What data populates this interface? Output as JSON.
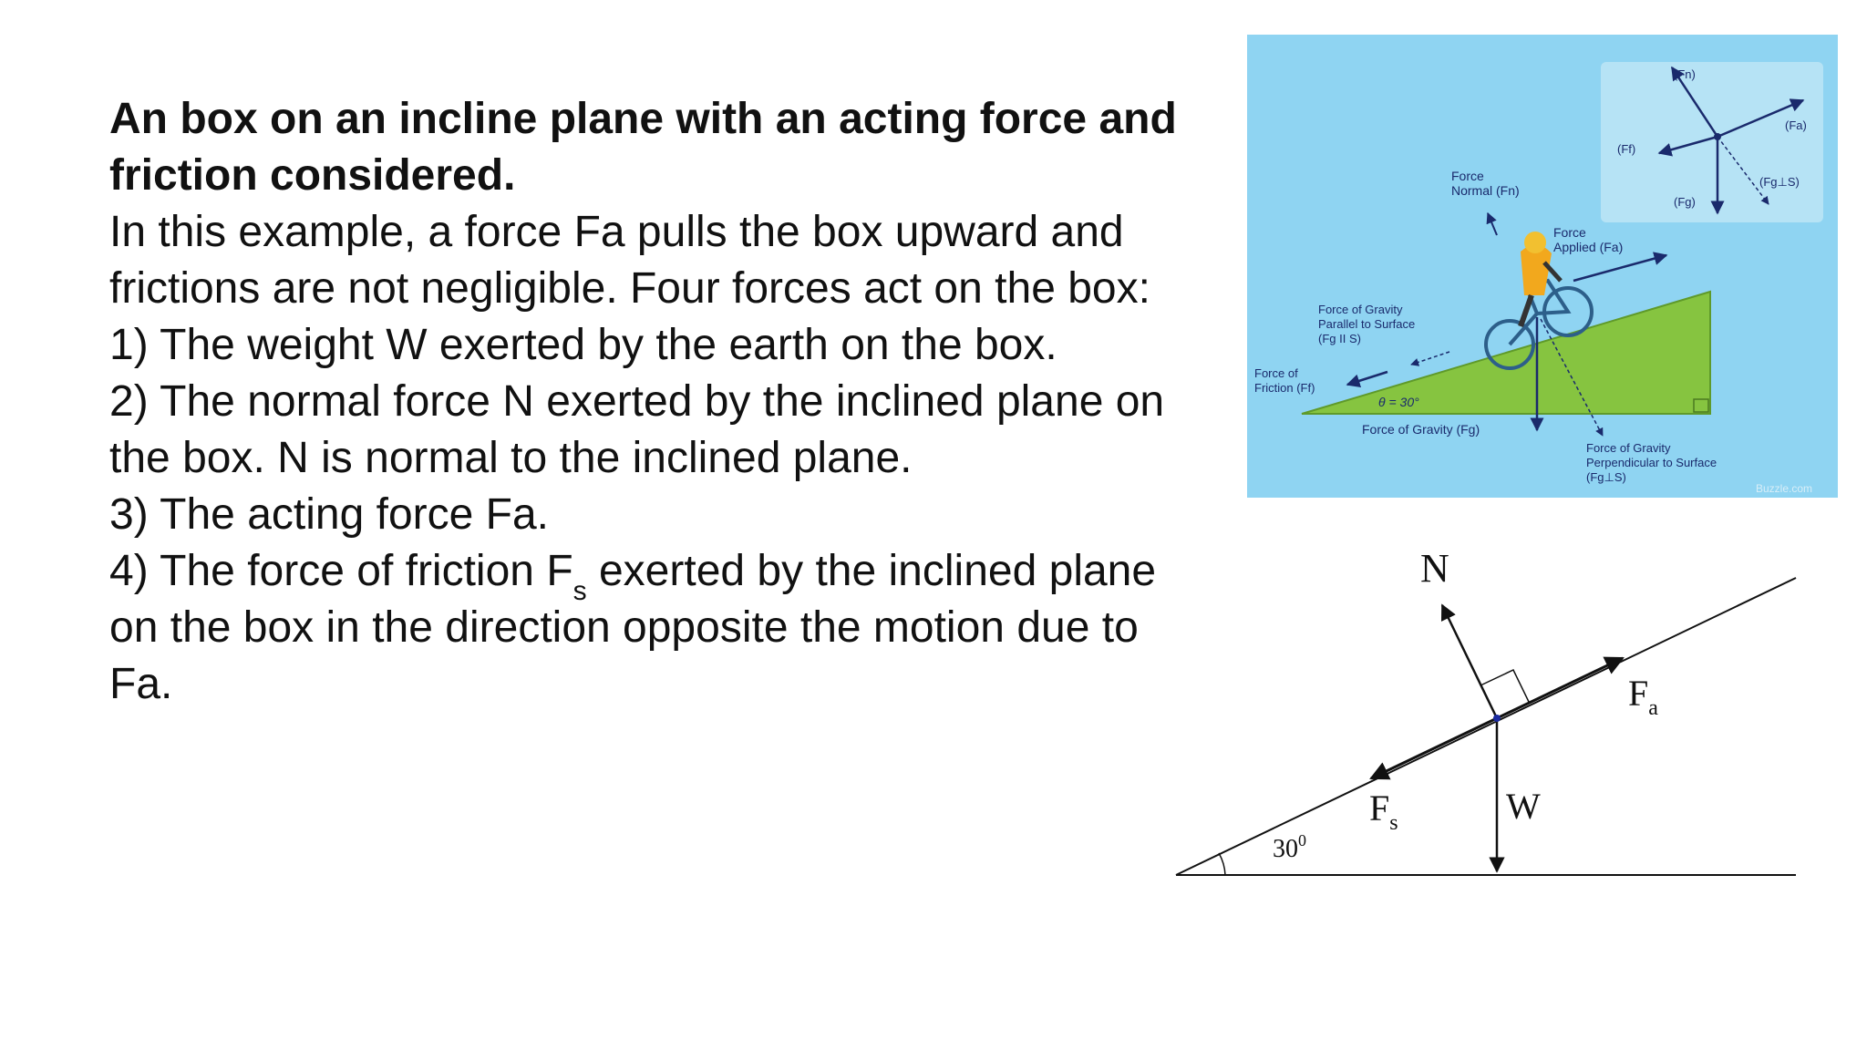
{
  "slide": {
    "title": "An box on an incline plane with an acting force and friction considered.",
    "intro": "In this example, a force Fa pulls the box upward and frictions are not negligible. Four forces act on the box:",
    "item1": "1) The weight W exerted by the earth on the box.",
    "item2": "2) The normal force N exerted by the inclined plane on the box. N is normal to the inclined plane.",
    "item3": "3) The acting force Fa.",
    "item4_before": "4) The force of friction F",
    "item4_sub": "s",
    "item4_after": " exerted by the inclined plane on the box in the direction opposite the motion due to Fa."
  },
  "bike_diagram": {
    "background_color": "#8fd4f2",
    "incline_color": "#86c440",
    "inset": {
      "fn": "(Fn)",
      "fa": "(Fa)",
      "ff": "(Ff)",
      "fg": "(Fg)",
      "fg_perp": "(Fg⊥S)"
    },
    "force_normal_line1": "Force",
    "force_normal_line2": "Normal (Fn)",
    "force_applied_line1": "Force",
    "force_applied_line2": "Applied (Fa)",
    "gravity_parallel_line1": "Force of Gravity",
    "gravity_parallel_line2": "Parallel to Surface",
    "gravity_parallel_line3": "(Fg II S)",
    "friction_line1": "Force of",
    "friction_line2": "Friction (Ff)",
    "angle": "θ = 30°",
    "gravity": "Force of Gravity (Fg)",
    "gravity_perp_line1": "Force of Gravity",
    "gravity_perp_line2": "Perpendicular to Surface",
    "gravity_perp_line3": "(Fg⊥S)",
    "watermark": "Buzzle.com"
  },
  "fbd": {
    "n": "N",
    "fa_main": "F",
    "fa_sub": "a",
    "fs_main": "F",
    "fs_sub": "s",
    "w": "W",
    "angle_main": "30",
    "angle_sup": "0"
  }
}
